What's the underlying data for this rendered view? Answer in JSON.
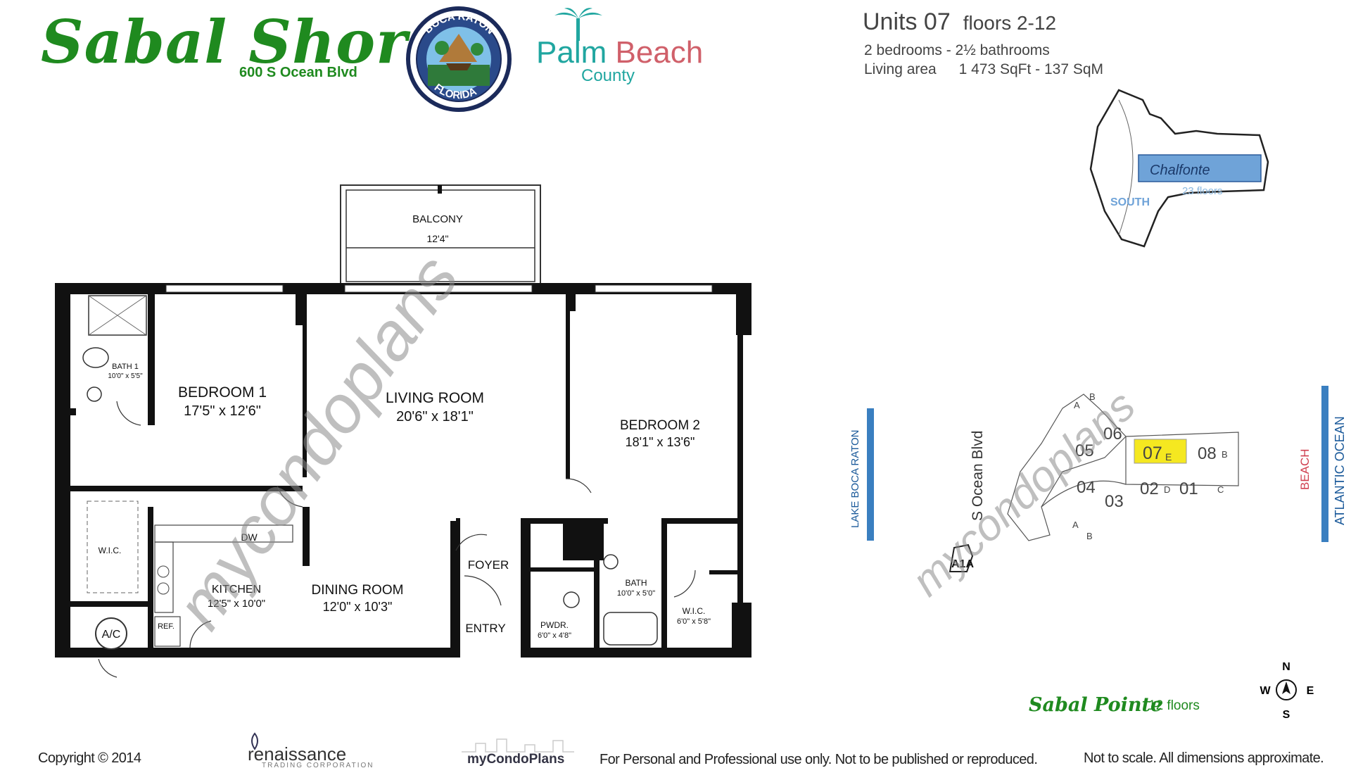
{
  "header": {
    "building_name": "Sabal Shores",
    "address": "600 S Ocean Blvd",
    "seal": {
      "top_text": "BOCA RATON",
      "bottom_text": "FLORIDA"
    },
    "county_logo": {
      "word1": "Palm",
      "word2": "Beach",
      "line2": "County"
    }
  },
  "unit_info": {
    "title": "Units 07",
    "floors": "floors 2-12",
    "bedrooms_baths": "2 bedrooms - 2½ bathrooms",
    "living_area_label": "Living area",
    "living_area_value": "1 473 SqFt - 137 SqM"
  },
  "floor_plan": {
    "rooms": [
      {
        "name": "BALCONY",
        "dims": "12'4\""
      },
      {
        "name": "BATH 1",
        "dims": "10'0\" x 5'5\""
      },
      {
        "name": "BEDROOM 1",
        "dims": "17'5\" x 12'6\""
      },
      {
        "name": "LIVING ROOM",
        "dims": "20'6\" x 18'1\""
      },
      {
        "name": "BEDROOM 2",
        "dims": "18'1\" x 13'6\""
      },
      {
        "name": "W.I.C.",
        "dims": ""
      },
      {
        "name": "DW",
        "dims": ""
      },
      {
        "name": "KITCHEN",
        "dims": "12'5\" x 10'0\""
      },
      {
        "name": "REF.",
        "dims": ""
      },
      {
        "name": "A/C",
        "dims": ""
      },
      {
        "name": "DINING ROOM",
        "dims": "12'0\" x 10'3\""
      },
      {
        "name": "FOYER",
        "dims": ""
      },
      {
        "name": "ENTRY",
        "dims": ""
      },
      {
        "name": "PWDR.",
        "dims": "6'0\" x 4'8\""
      },
      {
        "name": "BATH",
        "dims": "10'0\" x 5'0\""
      },
      {
        "name": "W.I.C.",
        "dims": "6'0\" x 5'8\""
      }
    ]
  },
  "key_plan_top": {
    "building": "Chalfonte",
    "floors": "23 floors",
    "direction": "SOUTH"
  },
  "site_plan": {
    "lake": "LAKE BOCA RATON",
    "street": "S Ocean Blvd",
    "highway": "A1A",
    "beach": "BEACH",
    "ocean": "ATLANTIC OCEAN",
    "unit_labels": [
      "06",
      "05",
      "04",
      "03",
      "02",
      "01",
      "08"
    ],
    "highlighted_unit": "07",
    "highlighted_unit_sub": "E",
    "sub_labels": [
      "B",
      "A",
      "D",
      "C",
      "A",
      "B",
      "B"
    ],
    "highlight_color": "#f5e820"
  },
  "compass": {
    "n": "N",
    "s": "S",
    "e": "E",
    "w": "W"
  },
  "sabal_pointe": {
    "name": "Sabal Pointe",
    "floors": "12 floors"
  },
  "watermark": "mycondoplans",
  "footer": {
    "copyright": "Copyright © 2014",
    "renaissance": "renaissance",
    "renaissance_sub": "TRADING CORPORATION",
    "mycondoplans": "myCondoPlans",
    "personal_use": "For Personal and Professional use only.  Not to be published or reproduced.",
    "disclaimer": "Not to scale.  All dimensions approximate."
  }
}
